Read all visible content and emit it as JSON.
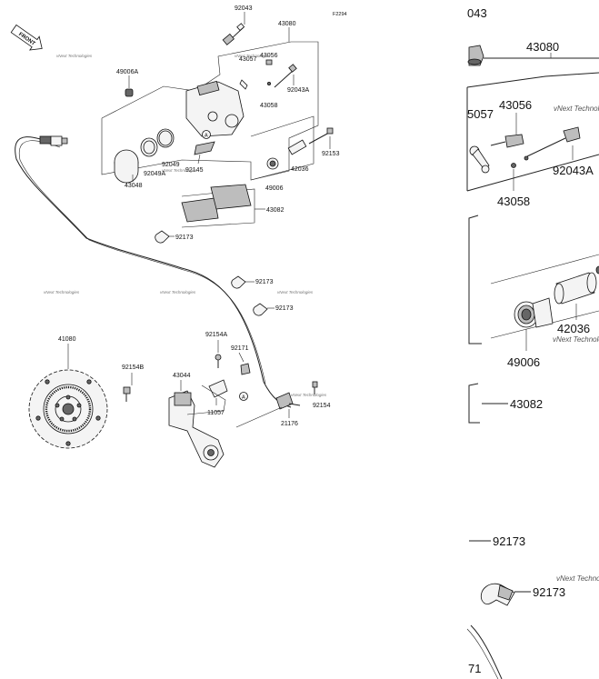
{
  "diagram": {
    "code": "F2294",
    "front_label": "FRONT",
    "watermark": "vNext Technologies"
  },
  "callout": "A",
  "parts": {
    "p92043": "92043",
    "p43080": "43080",
    "p49006A": "49006A",
    "p43057": "43057",
    "p43056": "43056",
    "p92043A": "92043A",
    "p43058": "43058",
    "p92153": "92153",
    "p92049": "92049",
    "p92049A": "92049A",
    "p92145": "92145",
    "p43048": "43048",
    "p42036": "42036",
    "p49006": "49006",
    "p43082": "43082",
    "p92173": "92173",
    "p41080": "41080",
    "p92154B": "92154B",
    "p92154A": "92154A",
    "p92171": "92171",
    "p43044": "43044",
    "p11057": "11057",
    "p92154": "92154",
    "p21176": "21176"
  },
  "zoom": {
    "p92043_partial": "043",
    "p43057_partial": "5057",
    "p92171_partial": "71"
  }
}
